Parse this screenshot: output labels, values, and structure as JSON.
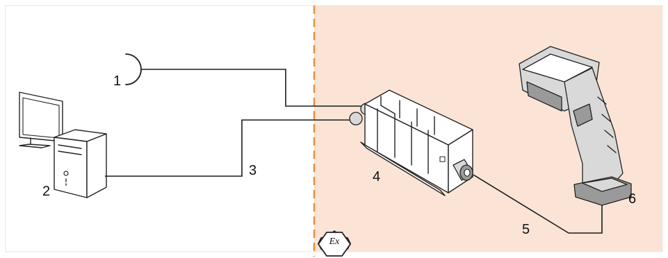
{
  "diagram": {
    "colors": {
      "hazardous_area_fill": "#fbe4d6",
      "boundary_line": "#e8913f",
      "page_background": "#ffffff",
      "frame_border": "#e6e6e6"
    },
    "icons": [
      "power-supply-icon",
      "computer-icon",
      "interface-box-icon",
      "barcode-scanner-icon",
      "ex-symbol-icon"
    ],
    "labels": {
      "power": "1",
      "computer": "2",
      "host_cable": "3",
      "interface_box": "4",
      "scanner_cable": "5",
      "scanner": "6"
    },
    "ex_mark": "Ex"
  }
}
